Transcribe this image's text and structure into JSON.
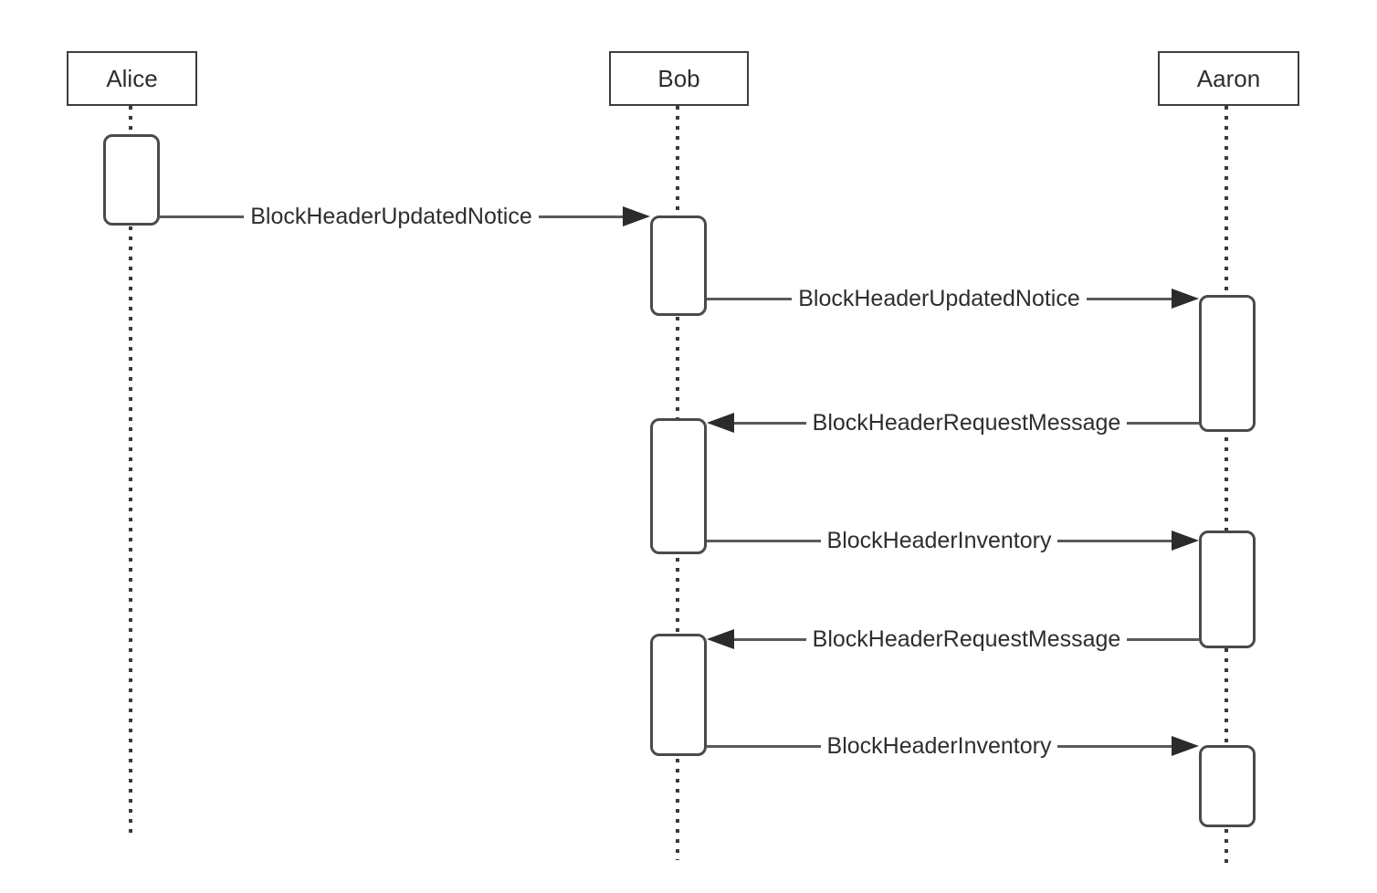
{
  "diagram": {
    "type": "sequence-diagram",
    "participants": [
      {
        "name": "Alice"
      },
      {
        "name": "Bob"
      },
      {
        "name": "Aaron"
      }
    ],
    "messages": [
      {
        "label": "BlockHeaderUpdatedNotice",
        "from": "Alice",
        "to": "Bob",
        "direction": "right"
      },
      {
        "label": "BlockHeaderUpdatedNotice",
        "from": "Bob",
        "to": "Aaron",
        "direction": "right"
      },
      {
        "label": "BlockHeaderRequestMessage",
        "from": "Aaron",
        "to": "Bob",
        "direction": "left"
      },
      {
        "label": "BlockHeaderInventory",
        "from": "Bob",
        "to": "Aaron",
        "direction": "right"
      },
      {
        "label": "BlockHeaderRequestMessage",
        "from": "Aaron",
        "to": "Bob",
        "direction": "left"
      },
      {
        "label": "BlockHeaderInventory",
        "from": "Bob",
        "to": "Aaron",
        "direction": "right"
      }
    ],
    "colors": {
      "background": "#ffffff",
      "box_border": "#3d3d3d",
      "activation_border": "#4a4a4a",
      "line": "#5a5a5a",
      "arrowhead": "#2b2b2b",
      "text": "#2e2e2e"
    }
  }
}
